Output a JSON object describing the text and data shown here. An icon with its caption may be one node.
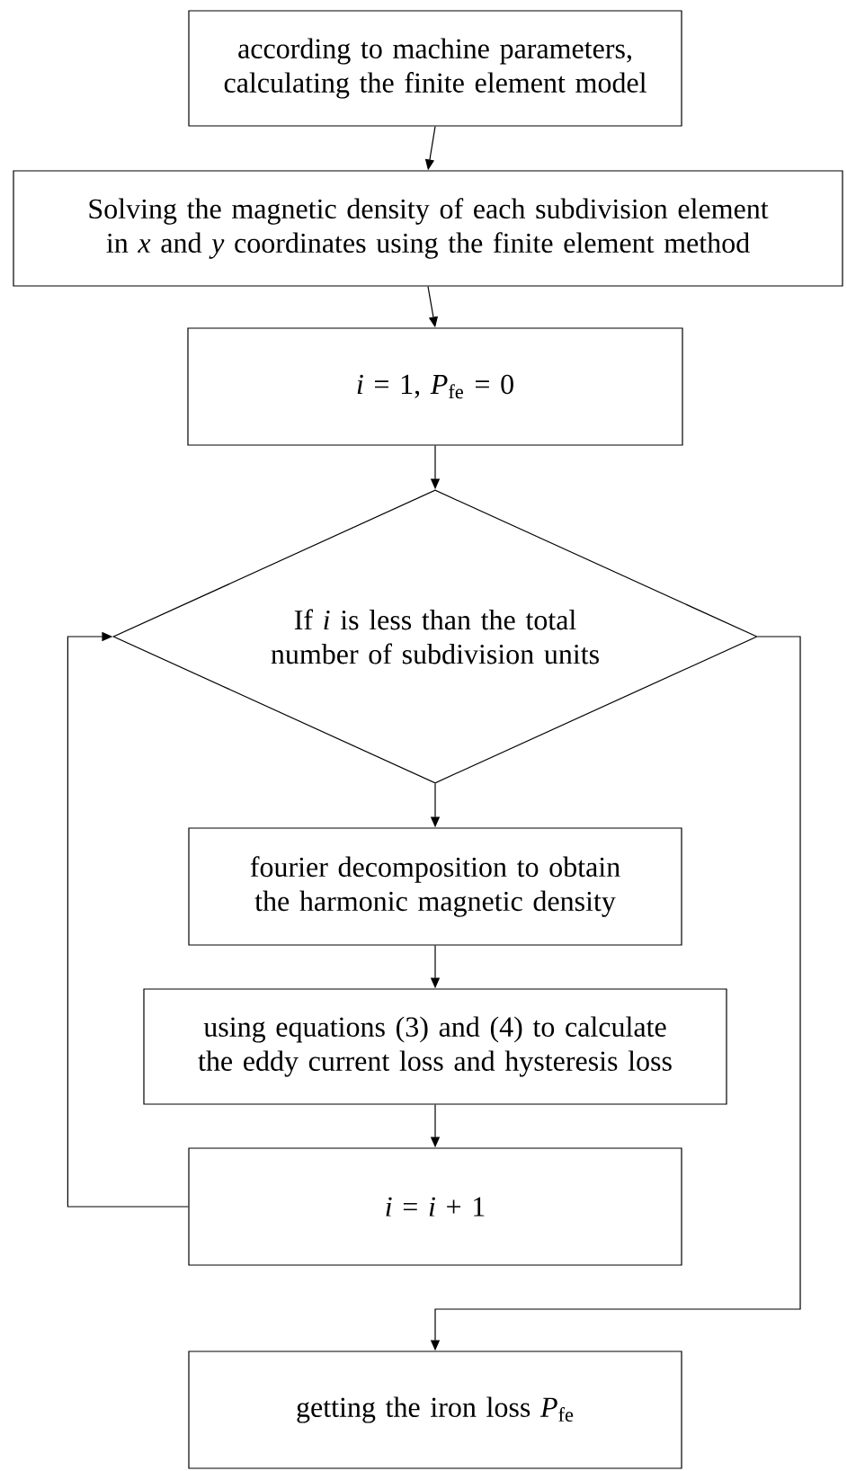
{
  "diagram": {
    "nodes": [
      {
        "text": [
          "according to machine parameters, calculating the finite element model"
        ]
      },
      {
        "text": [
          "Solving the magnetic density of each subdivision element in *x* and *y* coordinates using the finite element method"
        ]
      },
      {
        "text": [
          "*i* = 1, *P*$_{fe}$ = 0"
        ]
      },
      {
        "text": [
          "If *i* is less than the total number of subdivision units"
        ]
      },
      {
        "text": [
          "fourier decomposition to obtain the harmonic magnetic density"
        ]
      },
      {
        "text": [
          "using equations (3) and (4) to calculate the eddy current loss and hysteresis loss"
        ]
      },
      {
        "text": [
          "*i* = *i* + 1"
        ]
      },
      {
        "text": [
          "getting the iron loss *P*$_{fe}$"
        ]
      }
    ],
    "edges": [
      {
        "from": 0,
        "to": 1,
        "arrow": "to"
      },
      {
        "from": 1,
        "to": 2,
        "arrow": "to"
      },
      {
        "from": 2,
        "to": 3,
        "arrow": "to"
      },
      {
        "from": 3,
        "to": 4,
        "arrow": "to"
      },
      {
        "from": 4,
        "to": 5,
        "arrow": "to"
      },
      {
        "from": 5,
        "to": 6,
        "arrow": "to"
      },
      {
        "from": 6,
        "to": 3,
        "arrow": "to"
      },
      {
        "from": 3,
        "to": 7,
        "arrow": "to"
      }
    ]
  }
}
